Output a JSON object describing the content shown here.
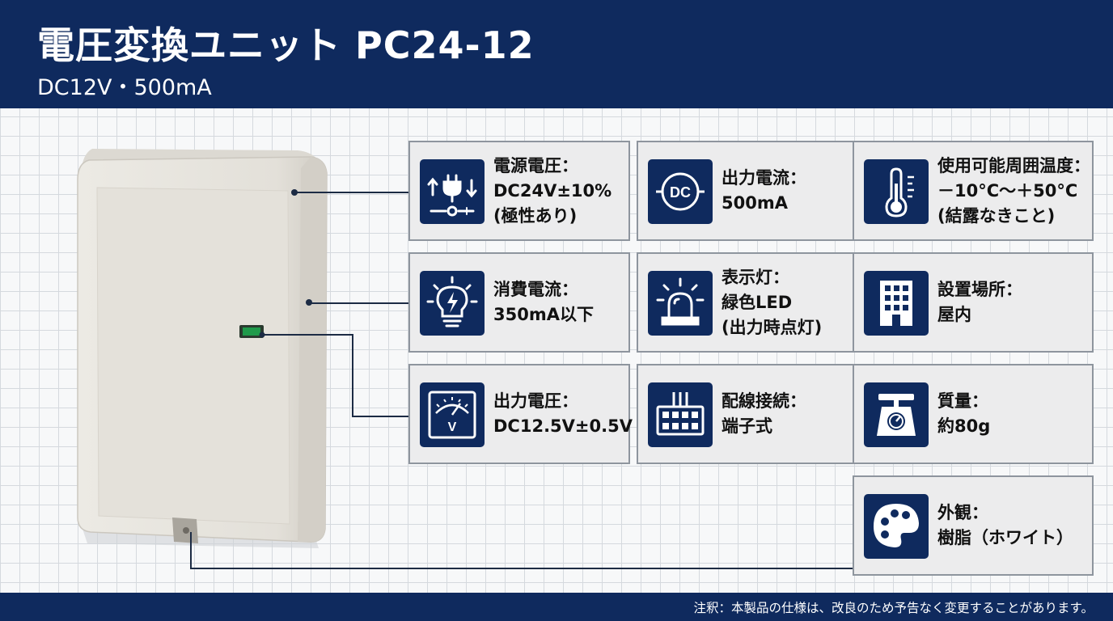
{
  "header": {
    "title": "電圧変換ユニット PC24-12",
    "subtitle": "DC12V・500mA"
  },
  "specs": [
    {
      "label": "電源電圧：",
      "lines": [
        "DC24V±10%",
        "(極性あり)"
      ],
      "icon": "power-plug-icon"
    },
    {
      "label": "出力電流：",
      "lines": [
        "500mA"
      ],
      "icon": "dc-current-icon"
    },
    {
      "label": "使用可能周囲温度：",
      "lines": [
        "－10°C～＋50°C",
        "(結露なきこと)"
      ],
      "icon": "thermometer-icon"
    },
    {
      "label": "消費電流：",
      "lines": [
        "350mA以下"
      ],
      "icon": "lightbulb-bolt-icon"
    },
    {
      "label": "表示灯：",
      "lines": [
        "緑色LED",
        "(出力時点灯)"
      ],
      "icon": "indicator-lamp-icon"
    },
    {
      "label": "設置場所：",
      "lines": [
        "屋内"
      ],
      "icon": "building-icon"
    },
    {
      "label": "出力電圧：",
      "lines": [
        "DC12.5V±0.5V"
      ],
      "icon": "voltmeter-icon"
    },
    {
      "label": "配線接続：",
      "lines": [
        "端子式"
      ],
      "icon": "terminal-block-icon"
    },
    {
      "label": "質量：",
      "lines": [
        "約80g"
      ],
      "icon": "weighing-scale-icon"
    },
    {
      "label": "外観：",
      "lines": [
        "樹脂（ホワイト）"
      ],
      "icon": "palette-icon"
    }
  ],
  "footer": {
    "note": "注釈：本製品の仕様は、改良のため予告なく変更することがあります。"
  },
  "colors": {
    "navy": "#0f2a5e",
    "card_bg": "#ececed",
    "device_body": "#e6e3dc",
    "led": "#1f9a4a"
  }
}
